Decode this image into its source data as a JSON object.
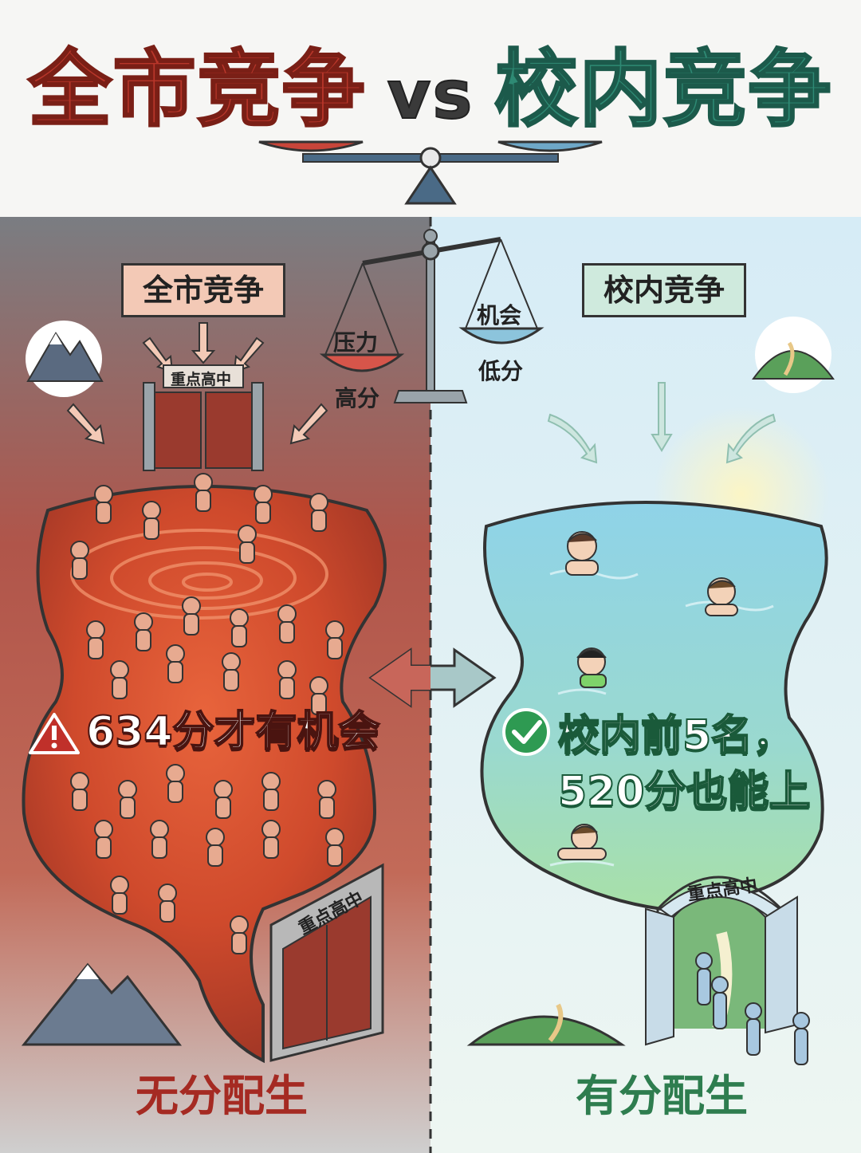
{
  "title": {
    "left": "全市竞争",
    "vs": "vs",
    "right": "校内竞争"
  },
  "left_panel": {
    "banner": "全市竞争",
    "gate_top": "重点高中",
    "gate_bottom": "重点高中",
    "warning_text": "634分才有机会",
    "bottom_label": "无分配生"
  },
  "right_panel": {
    "banner": "校内竞争",
    "gate": "重点高中",
    "check_text_line1": "校内前5名，",
    "check_text_line2": "520分也能上",
    "bottom_label": "有分配生"
  },
  "scale": {
    "left_pan": "压力",
    "left_below": "高分",
    "right_pan": "机会",
    "right_below": "低分"
  },
  "colors": {
    "red": "#b8362a",
    "green": "#2e8a74",
    "vs": "#3a3a3a"
  },
  "icons": [
    "mountain-icon",
    "hill-icon",
    "warning-icon",
    "check-icon",
    "balance-scale-icon",
    "double-arrow-icon"
  ]
}
